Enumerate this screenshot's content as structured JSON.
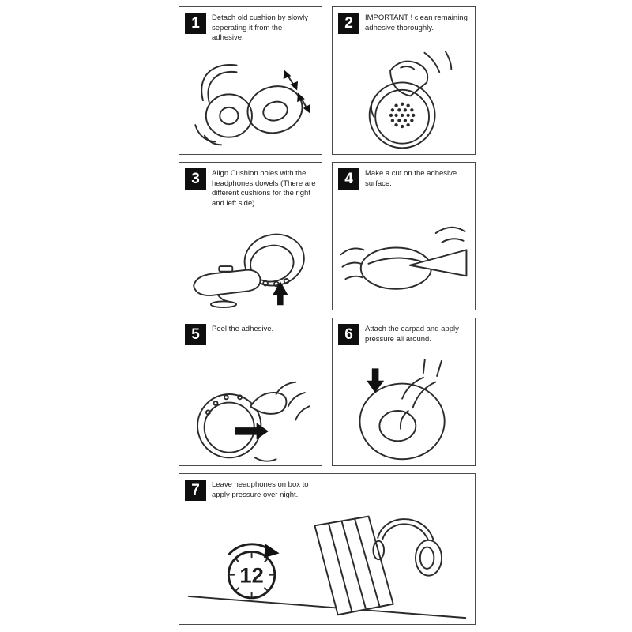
{
  "accent": "#0f0f0f",
  "steps": [
    {
      "number": "1",
      "text": "Detach old cushion by slowly seperating it from the adhesive."
    },
    {
      "number": "2",
      "text": "IMPORTANT ! clean remaining adhesive thoroughly."
    },
    {
      "number": "3",
      "text": "Align Cushion holes with the headphones dowels (There are different cushions for the right and left side)."
    },
    {
      "number": "4",
      "text": "Make a cut on the adhesive surface."
    },
    {
      "number": "5",
      "text": "Peel the adhesive."
    },
    {
      "number": "6",
      "text": "Attach the earpad and apply pressure all around."
    },
    {
      "number": "7",
      "text": "Leave headphones on box to apply pressure over night."
    }
  ],
  "clock_label": "12"
}
